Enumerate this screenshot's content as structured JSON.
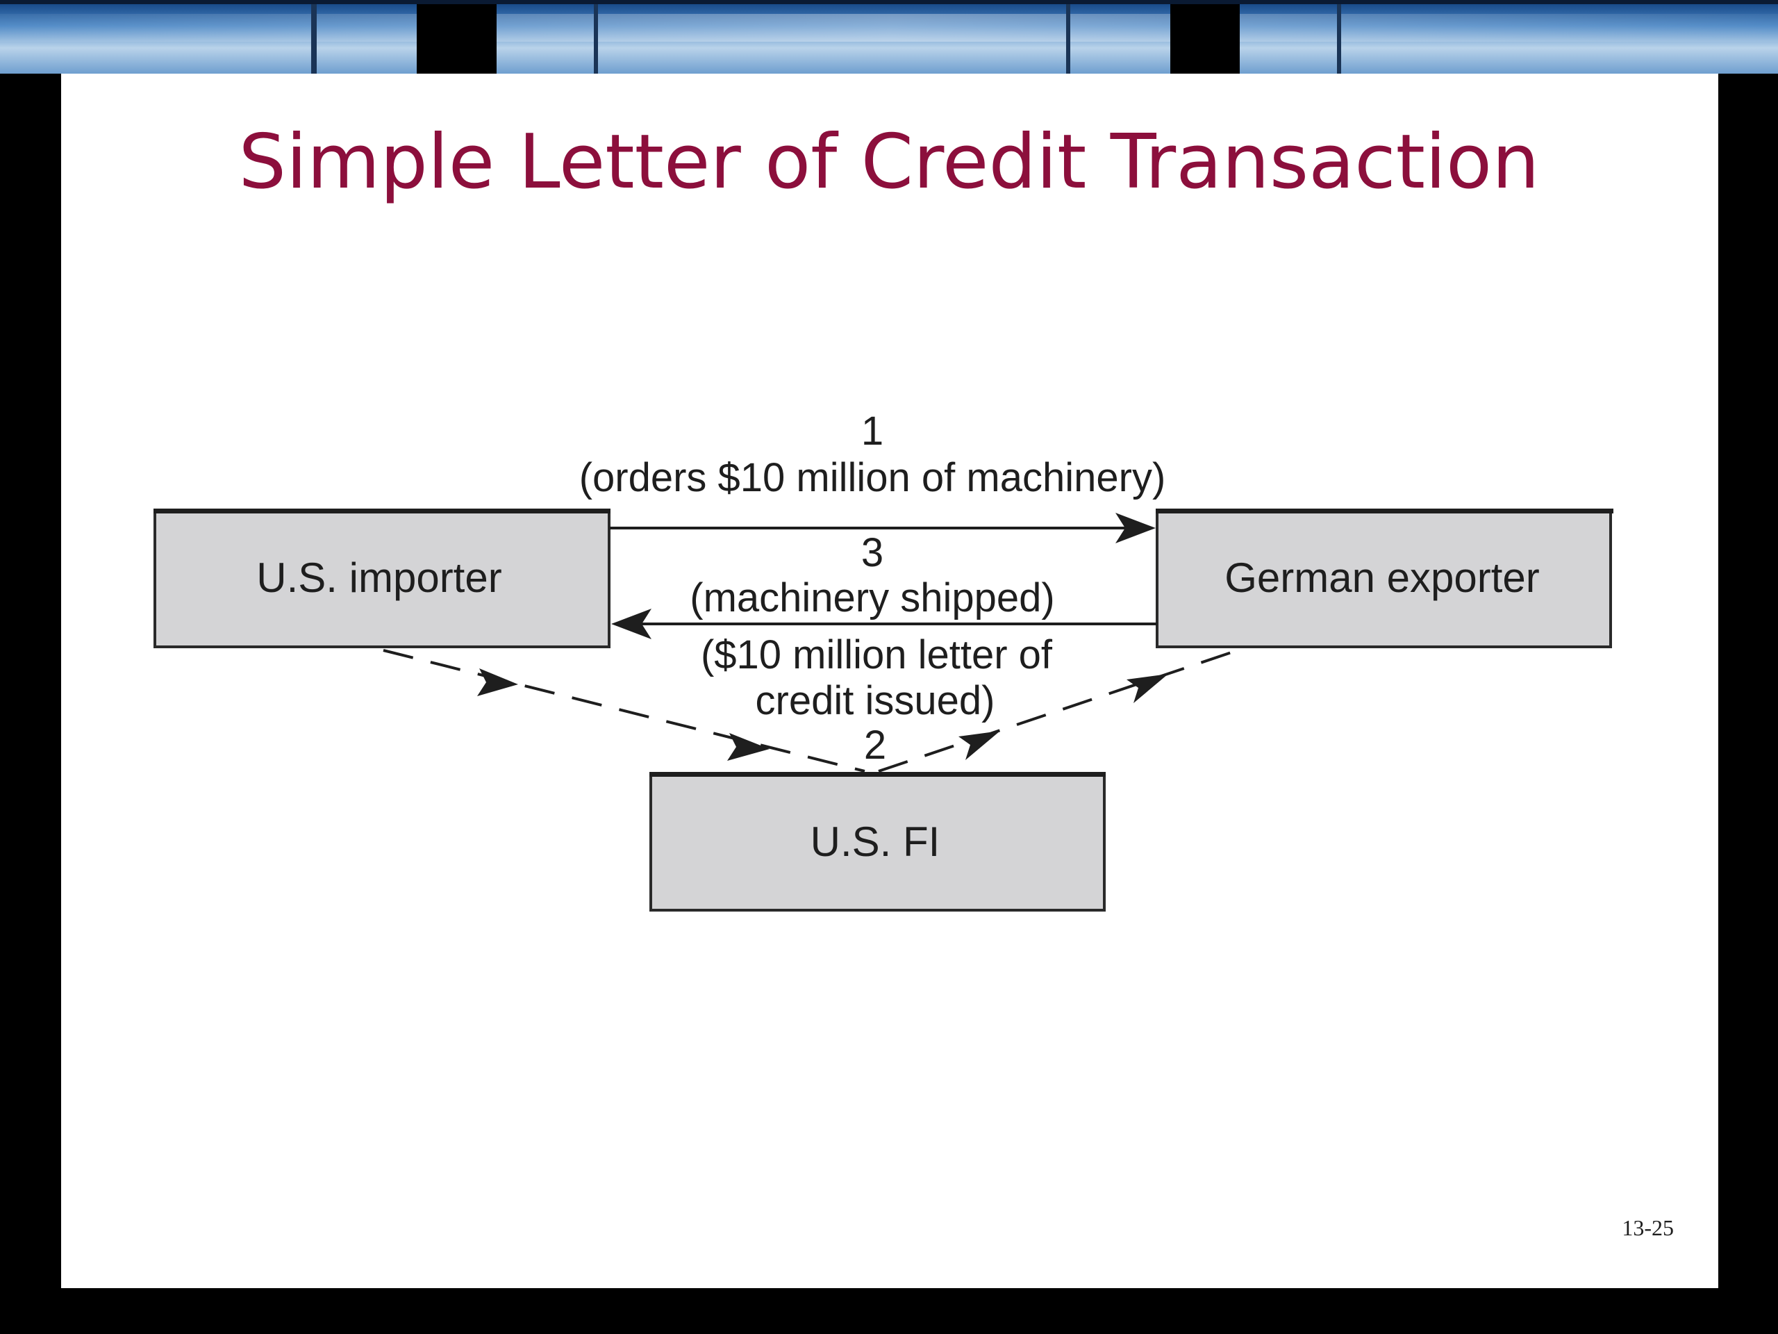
{
  "slide": {
    "title": "Simple Letter of Credit Transaction",
    "page_number": "13-25"
  },
  "colors": {
    "title": "#8c0f3c",
    "box_fill": "#d4d4d6",
    "box_stroke": "#2a2a2a",
    "text": "#1e1e1e",
    "background": "#000000",
    "slide": "#ffffff"
  },
  "diagram": {
    "nodes": {
      "importer": "U.S. importer",
      "exporter": "German exporter",
      "fi": "U.S. FI"
    },
    "edges": {
      "order": {
        "number": "1",
        "label": "(orders $10 million of machinery)"
      },
      "shipment": {
        "number": "3",
        "label": "(machinery shipped)"
      },
      "letter_of_credit": {
        "number": "2",
        "label_line1": "($10 million letter of",
        "label_line2": "credit issued)"
      }
    }
  }
}
